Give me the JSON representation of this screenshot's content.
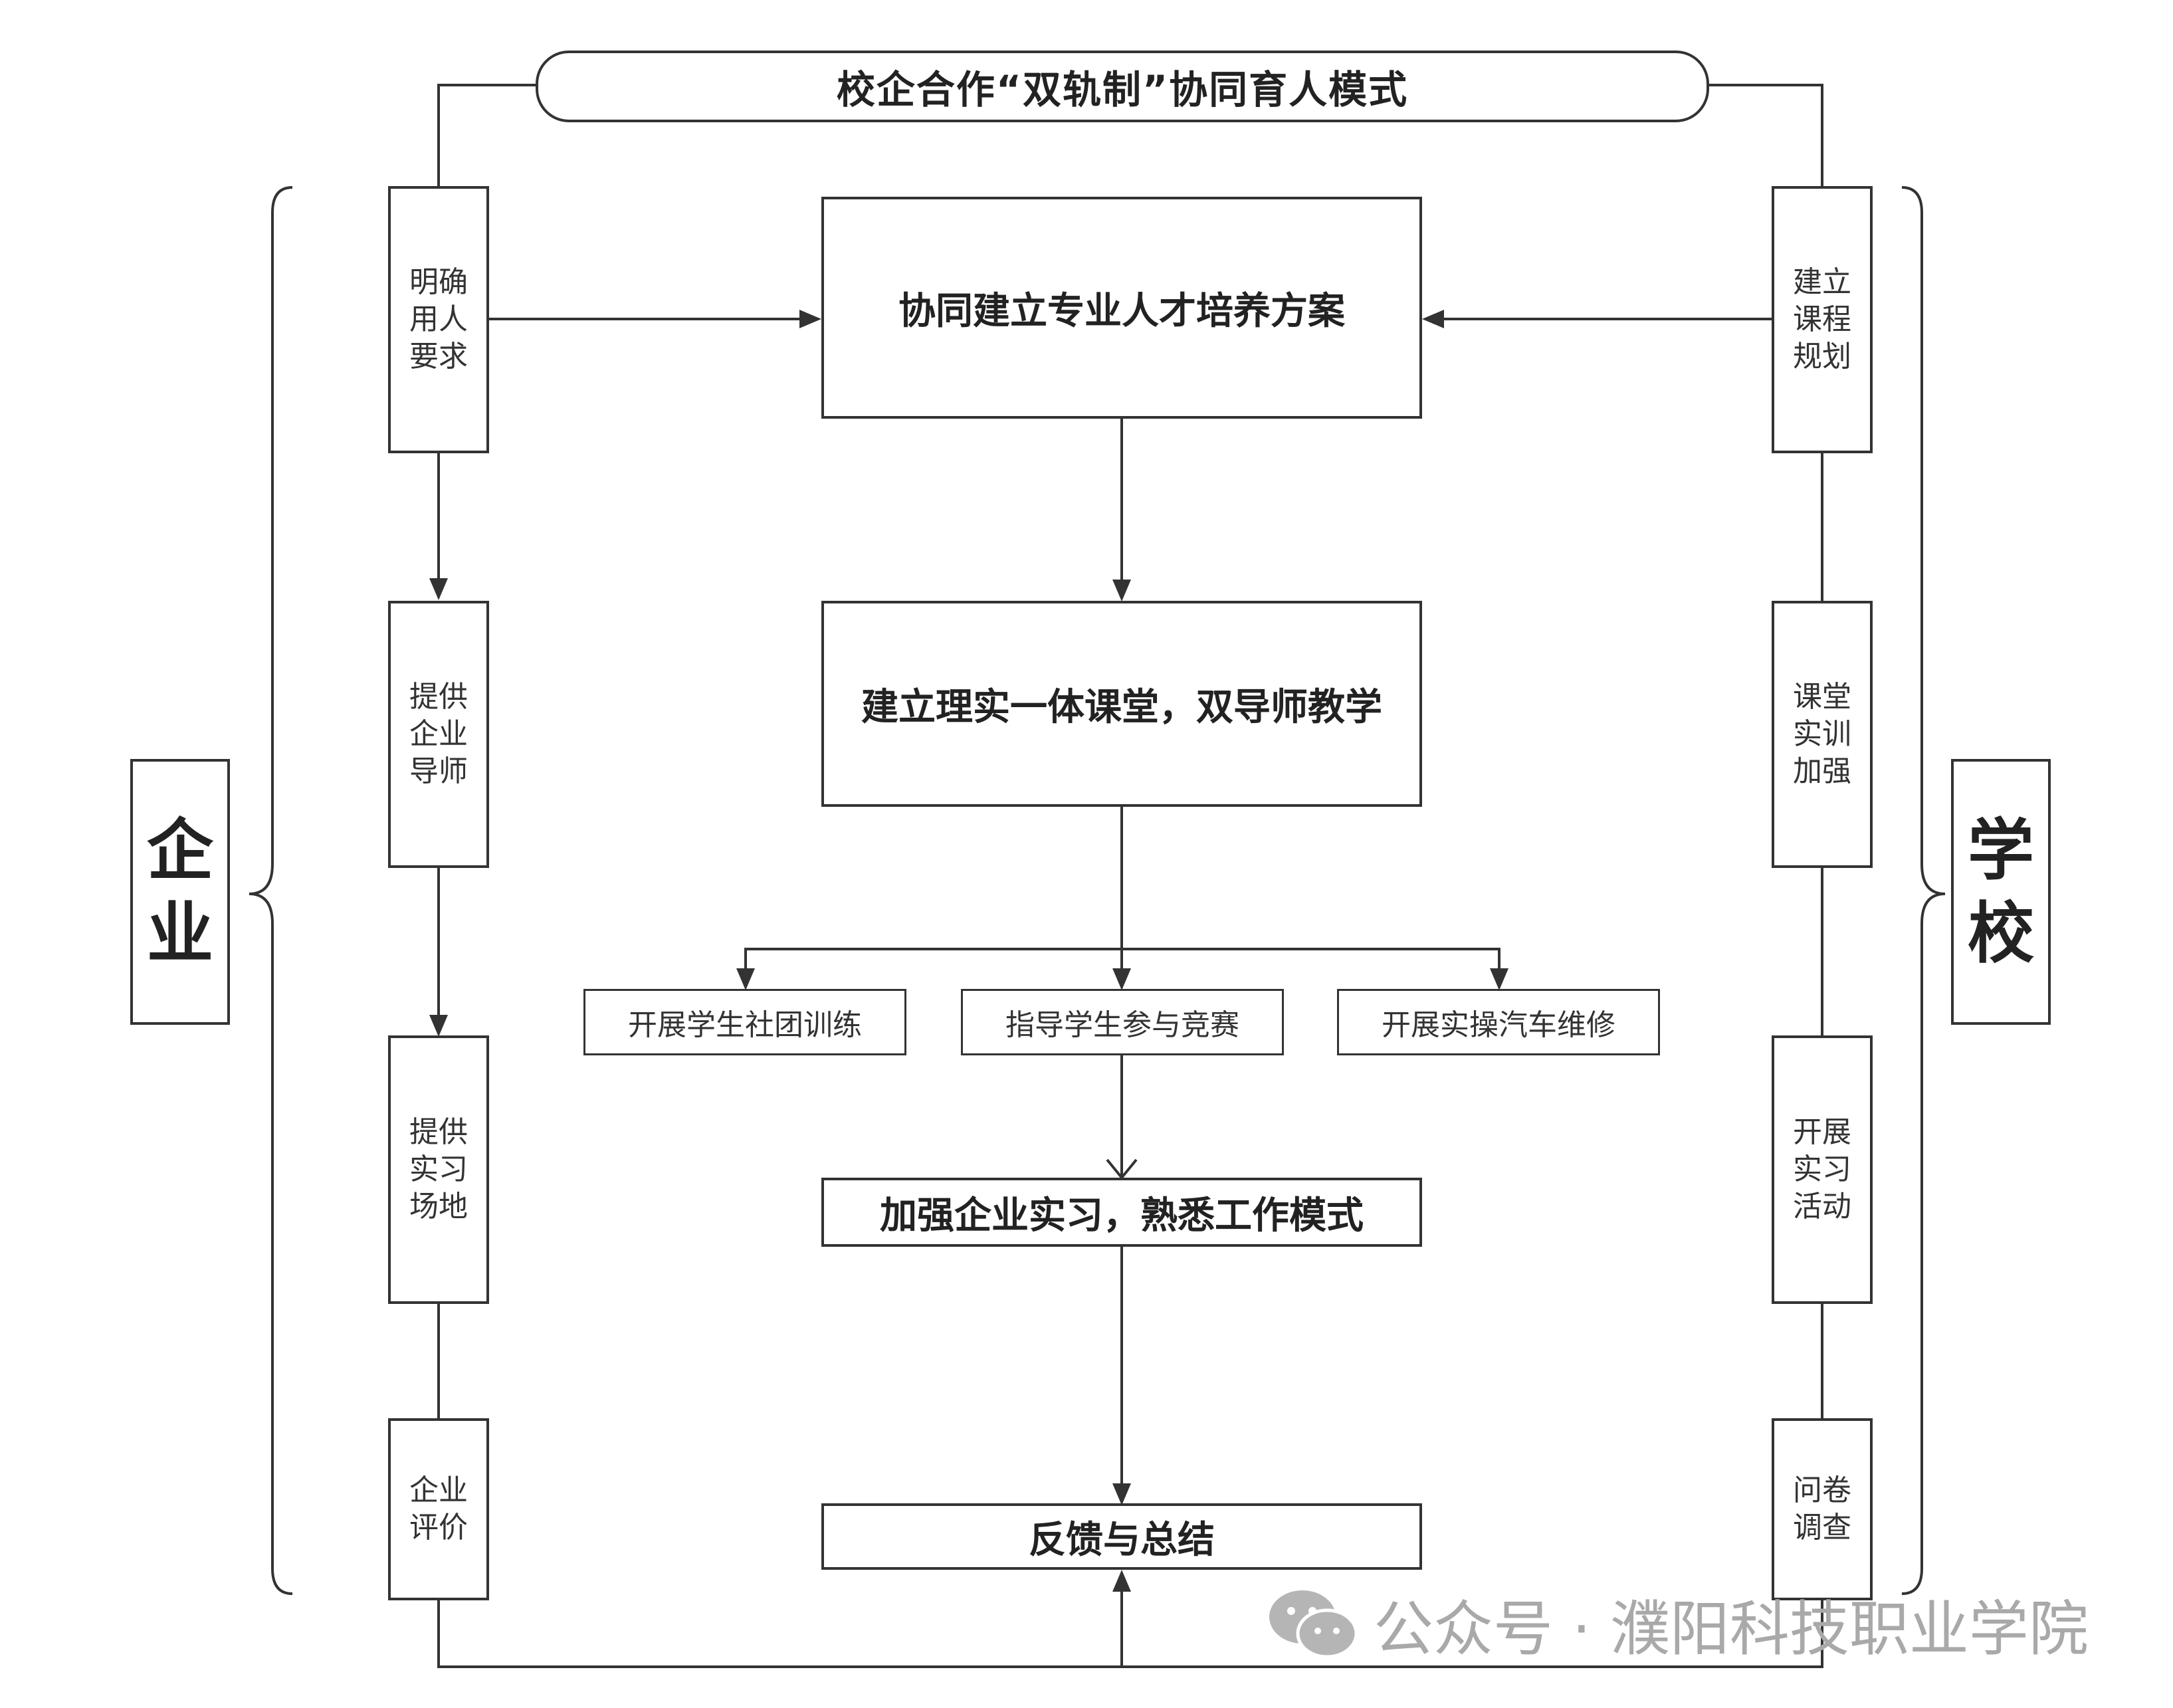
{
  "title": "校企合作“双轨制”协同育人模式",
  "enterprise": {
    "label": "企\n业",
    "steps": [
      "明确\n用人\n要求",
      "提供\n企业\n导师",
      "提供\n实习\n场地",
      "企业\n评价"
    ]
  },
  "school": {
    "label": "学\n校",
    "steps": [
      "建立\n课程\n规划",
      "课堂\n实训\n加强",
      "开展\n实习\n活动",
      "问卷\n调查"
    ]
  },
  "center": {
    "step1": "协同建立专业人才培养方案",
    "step2": "建立理实一体课堂，双导师教学",
    "activities": [
      "开展学生社团训练",
      "指导学生参与竞赛",
      "开展实操汽车维修"
    ],
    "step3": "加强企业实习，熟悉工作模式",
    "step4": "反馈与总结"
  },
  "watermark": "公众号 · 濮阳科技职业学院"
}
